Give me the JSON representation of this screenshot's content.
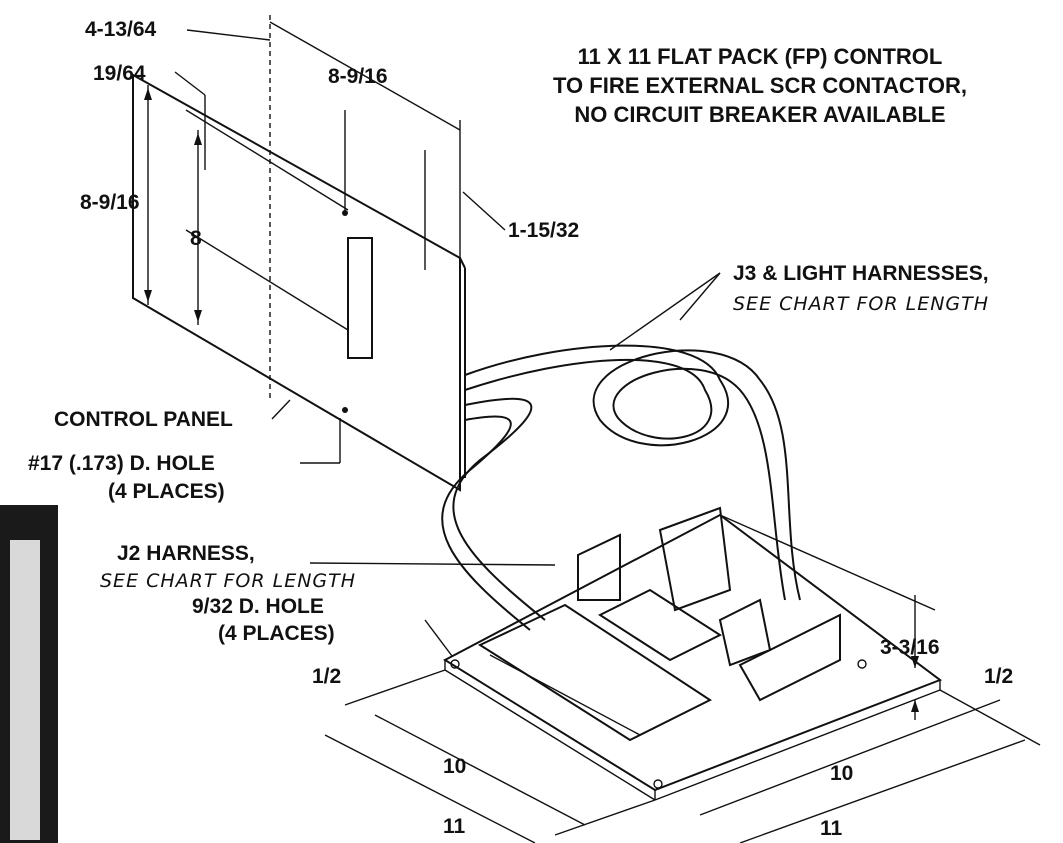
{
  "title": {
    "line1": "11 X 11 FLAT PACK (FP) CONTROL",
    "line2": "TO FIRE EXTERNAL SCR CONTACTOR,",
    "line3": "NO CIRCUIT BREAKER AVAILABLE"
  },
  "panel_dims": {
    "top_offset": "4-13/64",
    "margin": "19/64",
    "hole_spacing": "8-9/16",
    "height_outer": "8-9/16",
    "height_inner": "8",
    "depth": "1-15/32"
  },
  "labels": {
    "control_panel": "CONTROL PANEL",
    "panel_hole_line1": "#17 (.173) D. HOLE",
    "panel_hole_line2": "(4 PLACES)",
    "j3_line1": "J3 & LIGHT HARNESSES,",
    "j3_line2": "SEE CHART FOR LENGTH",
    "j2_line1": "J2 HARNESS,",
    "j2_line2": "SEE CHART FOR LENGTH",
    "board_hole_line1": "9/32 D. HOLE",
    "board_hole_line2": "(4 PLACES)"
  },
  "board_dims": {
    "left_edge": "1/2",
    "left_inner": "10",
    "left_outer": "11",
    "right_edge": "1/2",
    "right_inner": "10",
    "right_outer": "11",
    "height": "3-3/16"
  }
}
